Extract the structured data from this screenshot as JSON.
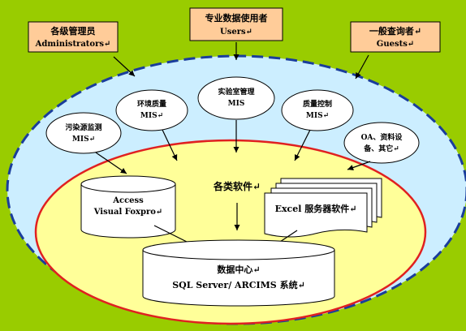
{
  "colors": {
    "background": "#99cc00",
    "user_box_fill": "#ffcc99",
    "outer_ellipse_fill": "#cceeff",
    "outer_ellipse_stroke": "#1a3d9c",
    "inner_ellipse_fill": "#ffff99",
    "inner_ellipse_stroke": "#e02020",
    "node_fill": "#ffffff",
    "stroke": "#000000"
  },
  "users": {
    "admin": {
      "cn": "各级管理员",
      "en": "Administrators↵"
    },
    "user": {
      "cn": "专业数据使用者",
      "en": "Users↵"
    },
    "guest": {
      "cn": "一般查询者↵",
      "en": "Guests↵"
    }
  },
  "mis": {
    "pollution": {
      "line1": "污染源监测",
      "line2": "MIS↵"
    },
    "env_quality": {
      "line1": "环境质量",
      "line2": "MIS↵"
    },
    "lab": {
      "line1": "实验室管理",
      "line2": "MIS"
    },
    "quality_control": {
      "line1": "质量控制",
      "line2": "MIS↵"
    },
    "oa": {
      "line1": "OA、资料设",
      "line2": "备、其它↵"
    }
  },
  "software": {
    "label": "各类软件↵",
    "access_line1": "Access",
    "access_line2": "Visual Foxpro↵",
    "excel": "Excel 服务器软件↵"
  },
  "data_center": {
    "line1": "数据中心↵",
    "line2": "SQL Server/ ARCIMS 系统↵"
  }
}
